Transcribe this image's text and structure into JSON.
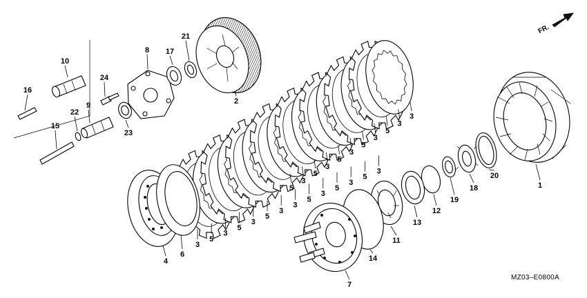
{
  "direction_label": "FR.",
  "diagram_code": "MZ03–E0800A",
  "parts": [
    {
      "id": "p1",
      "label": "1",
      "name_hint": "clutch-outer"
    },
    {
      "id": "p2",
      "label": "2",
      "name_hint": "center-hub"
    },
    {
      "id": "p3",
      "label": "3",
      "name_hint": "friction-disk"
    },
    {
      "id": "p4",
      "label": "4",
      "name_hint": "pressure-plate-front"
    },
    {
      "id": "p5",
      "label": "5",
      "name_hint": "steel-plate"
    },
    {
      "id": "p6",
      "label": "6",
      "name_hint": "judder-spring"
    },
    {
      "id": "p7",
      "label": "7",
      "name_hint": "pressure-plate"
    },
    {
      "id": "p8",
      "label": "8",
      "name_hint": "lifter-plate"
    },
    {
      "id": "p9",
      "label": "9",
      "name_hint": "lifter-rod"
    },
    {
      "id": "p10",
      "label": "10",
      "name_hint": "lifter-piece"
    },
    {
      "id": "p11",
      "label": "11",
      "name_hint": "spring-seat"
    },
    {
      "id": "p12",
      "label": "12",
      "name_hint": "snap-ring"
    },
    {
      "id": "p13",
      "label": "13",
      "name_hint": "washer"
    },
    {
      "id": "p14",
      "label": "14",
      "name_hint": "wire-ring"
    },
    {
      "id": "p15",
      "label": "15",
      "name_hint": "pushrod"
    },
    {
      "id": "p16",
      "label": "16",
      "name_hint": "pin"
    },
    {
      "id": "p17",
      "label": "17",
      "name_hint": "bearing"
    },
    {
      "id": "p18",
      "label": "18",
      "name_hint": "lock-nut"
    },
    {
      "id": "p19",
      "label": "19",
      "name_hint": "lock-washer"
    },
    {
      "id": "p20",
      "label": "20",
      "name_hint": "thrust-washer"
    },
    {
      "id": "p21",
      "label": "21",
      "name_hint": "ring"
    },
    {
      "id": "p22",
      "label": "22",
      "name_hint": "small-washer"
    },
    {
      "id": "p23",
      "label": "23",
      "name_hint": "small-bearing"
    },
    {
      "id": "p24",
      "label": "24",
      "name_hint": "bolt"
    }
  ],
  "lower_stack_labels": [
    "4",
    "6",
    "3",
    "5",
    "3",
    "5",
    "3",
    "5",
    "3",
    "3",
    "5",
    "3",
    "5",
    "3",
    "5",
    "3"
  ],
  "upper_stack_labels": [
    "5",
    "3",
    "5",
    "3",
    "5",
    "3",
    "5",
    "3",
    "5",
    "3",
    "3"
  ]
}
